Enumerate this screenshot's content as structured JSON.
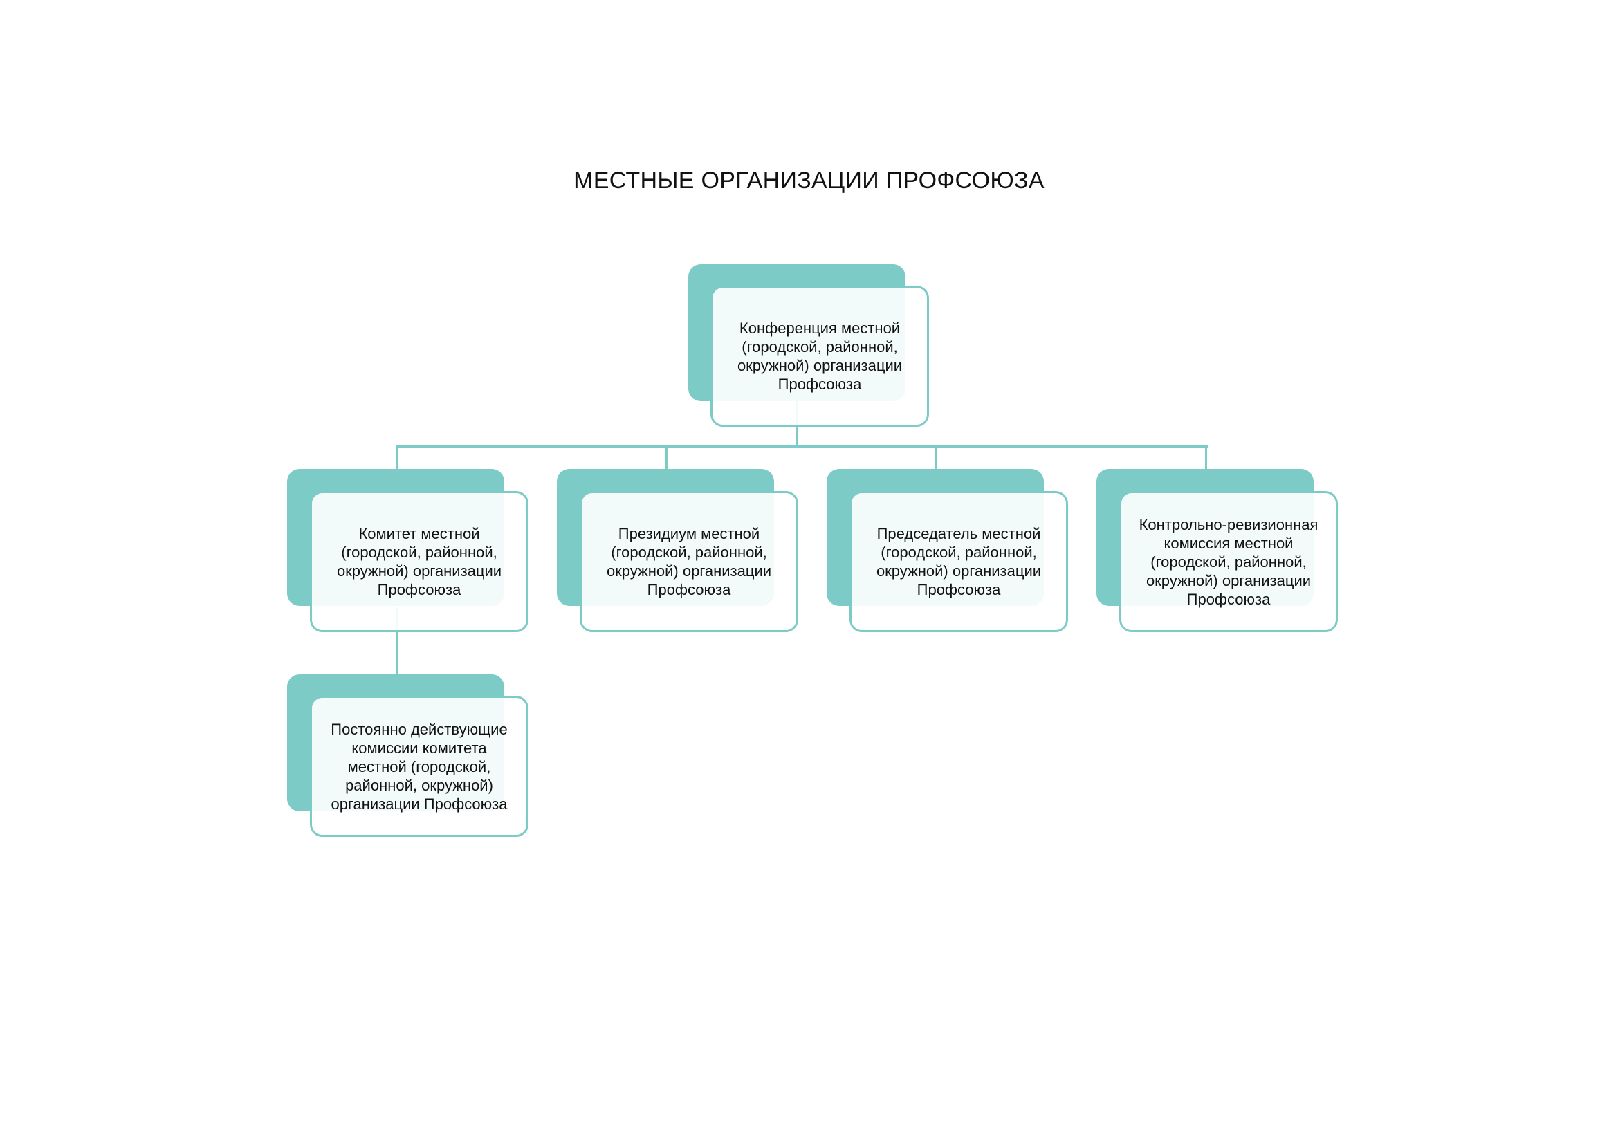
{
  "title": "МЕСТНЫЕ ОРГАНИЗАЦИИ ПРОФСОЮЗА",
  "colors": {
    "accent": "#7ccbc6",
    "text": "#111111"
  },
  "nodes": {
    "conference": "Конференция местной (городской, районной, окружной) организации Профсоюза",
    "committee": "Комитет местной (городской, районной, окружной) организации Профсоюза",
    "presidium": "Президиум местной (городской, районной, окружной) организации Профсоюза",
    "chairman": "Председатель местной (городской, районной, окружной) организации Профсоюза",
    "audit": "Контрольно-ревизионная комиссия местной (городской, районной, окружной) организации Профсоюза",
    "commissions": "Постоянно действующие комиссии комитета местной (городской, районной, окружной) организации Профсоюза"
  }
}
